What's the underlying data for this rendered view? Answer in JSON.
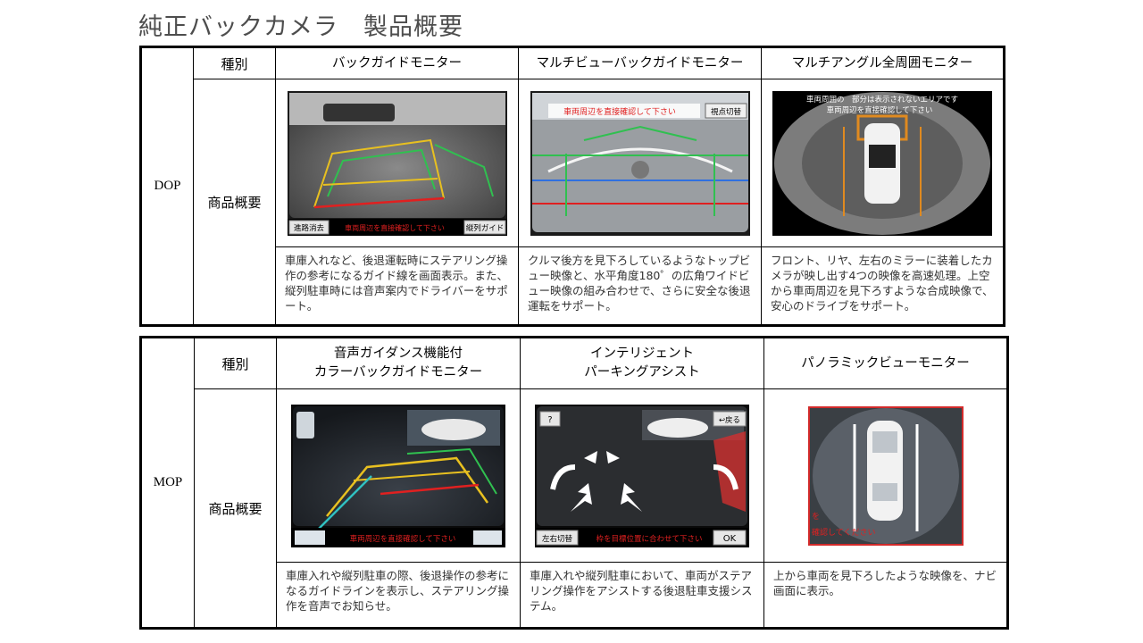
{
  "title": "純正バックカメラ　製品概要",
  "dop": {
    "group_label": "DOP",
    "type_label": "種別",
    "overview_label": "商品概要",
    "products": [
      {
        "name": "バックガイドモニター",
        "description": "車庫入れなど、後退運転時にステアリング操作の参考になるガイド線を画面表示。また、縦列駐車時には音声案内でドライバーをサポート。",
        "screen": {
          "btn_left": "進路消去",
          "banner": "車両周辺を直接確認して下さい",
          "btn_right": "縦列ガイド"
        }
      },
      {
        "name": "マルチビューバックガイドモニター",
        "description": "クルマ後方を見下ろしているようなトップビュー映像と、水平角度180゜の広角ワイドビュー映像の組み合わせで、さらに安全な後退運転をサポート。",
        "screen": {
          "banner": "車両周辺を直接確認して下さい",
          "btn_right": "視点切替"
        }
      },
      {
        "name": "マルチアングル全周囲モニター",
        "description": "フロント、リヤ、左右のミラーに装着したカメラが映し出す4つの映像を高速処理。上空から車両周辺を見下ろすような合成映像で、安心のドライブをサポート。",
        "screen": {
          "banner_1": "車両周囲の　部分は表示されないエリアです",
          "banner_2": "車両周辺を直接確認して下さい"
        }
      }
    ]
  },
  "mop": {
    "group_label": "MOP",
    "type_label": "種別",
    "overview_label": "商品概要",
    "products": [
      {
        "name_line1": "音声ガイダンス機能付",
        "name_line2": "カラーバックガイドモニター",
        "description": "車庫入れや縦列駐車の際、後退操作の参考になるガイドラインを表示し、ステアリング操作を音声でお知らせ。",
        "screen": {
          "banner": "車両周辺を直接確認して下さい"
        }
      },
      {
        "name_line1": "インテリジェント",
        "name_line2": "パーキングアシスト",
        "description": "車庫入れや縦列駐車において、車両がステアリング操作をアシストする後退駐車支援システム。",
        "screen": {
          "btn_help": "?",
          "btn_back": "↩戻る",
          "btn_left": "左右切替",
          "banner": "枠を目標位置に合わせて下さい",
          "btn_ok": "OK"
        }
      },
      {
        "name": "パノラミックビューモニター",
        "description": "上から車両を見下ろしたような映像を、ナビ画面に表示。",
        "screen": {
          "partial_1": "を",
          "partial_2": "確認してください"
        }
      }
    ]
  },
  "colors": {
    "guide_red": "#e02020",
    "guide_yellow": "#e8c020",
    "guide_green": "#30c050",
    "guide_cyan": "#30c0c0"
  }
}
